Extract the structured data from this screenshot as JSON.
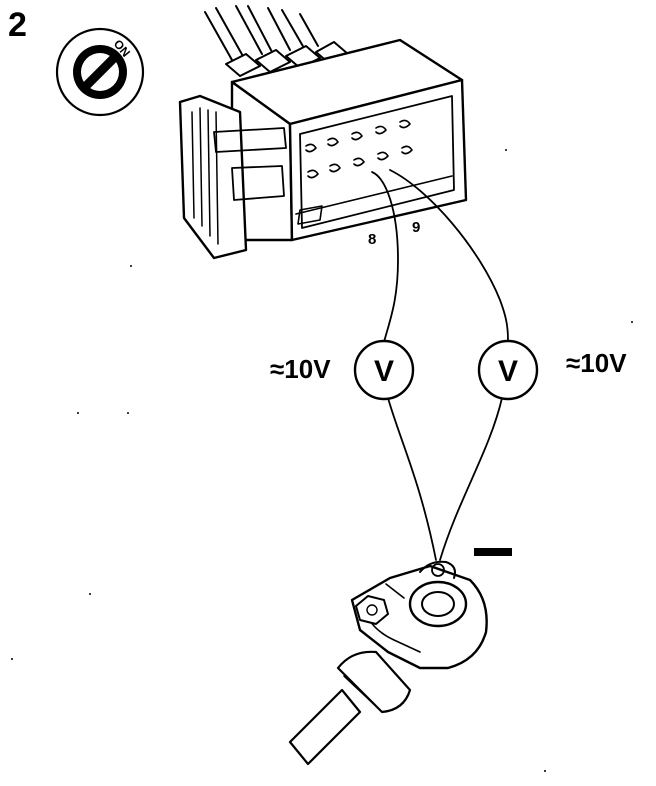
{
  "step_number": "2",
  "ignition": {
    "position_label": "ON"
  },
  "connector": {
    "pin_labels": [
      "8",
      "9"
    ]
  },
  "meters": [
    {
      "symbol": "V",
      "reading": "≈10V"
    },
    {
      "symbol": "V",
      "reading": "≈10V"
    }
  ],
  "ground": {
    "symbol": "—"
  }
}
